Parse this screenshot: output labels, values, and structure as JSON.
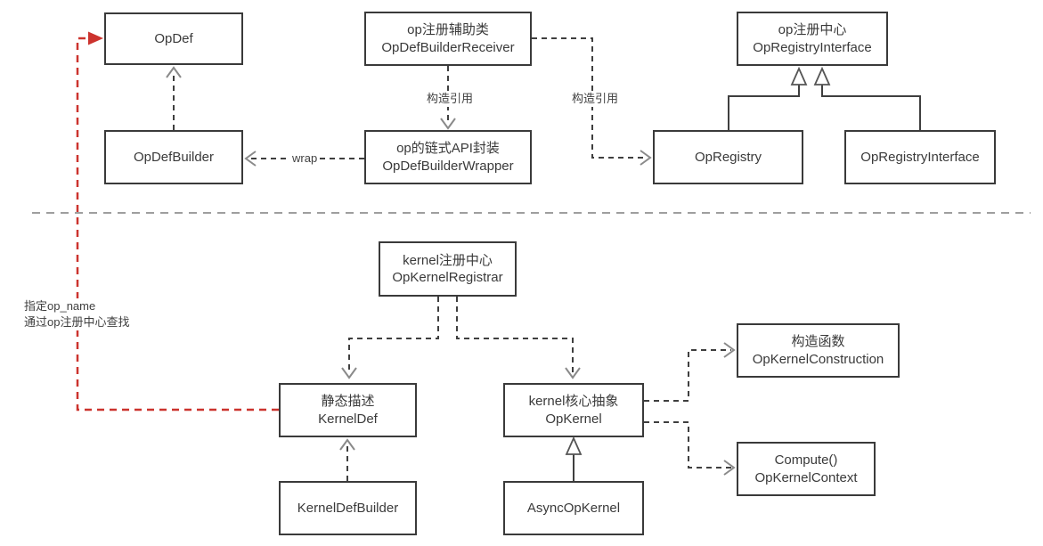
{
  "diagram": {
    "title": "TensorFlow op / kernel registration class diagram",
    "colors": {
      "background": "#ffffff",
      "box_border": "#3a3a3a",
      "box_fill": "#ffffff",
      "text": "#3a3a3a",
      "connector": "#3f3f3f",
      "arrowhead_gray": "#8a8a8a",
      "divider_gray": "#9e9e9e",
      "red_accent": "#cc332e"
    },
    "nodes": {
      "opdef": {
        "name": "OpDef"
      },
      "receiver": {
        "title": "op注册辅助类",
        "name": "OpDefBuilderReceiver"
      },
      "op_registry_center": {
        "title": "op注册中心",
        "name": "OpRegistryInterface"
      },
      "opdef_builder": {
        "name": "OpDefBuilder"
      },
      "wrapper": {
        "title": "op的链式API封装",
        "name": "OpDefBuilderWrapper"
      },
      "op_registry": {
        "name": "OpRegistry"
      },
      "op_registry_interface": {
        "name": "OpRegistryInterface"
      },
      "kernel_registrar": {
        "title": "kernel注册中心",
        "name": "OpKernelRegistrar"
      },
      "kernel_def": {
        "title": "静态描述",
        "name": "KernelDef"
      },
      "op_kernel": {
        "title": "kernel核心抽象",
        "name": "OpKernel"
      },
      "op_kernel_construction": {
        "title": "构造函数",
        "name": "OpKernelConstruction"
      },
      "op_kernel_context": {
        "title": "Compute()",
        "name": "OpKernelContext"
      },
      "kernel_def_builder": {
        "name": "KernelDefBuilder"
      },
      "async_op_kernel": {
        "name": "AsyncOpKernel"
      }
    },
    "edge_labels": {
      "construct_ref_mid": "构造引用",
      "construct_ref_right": "构造引用",
      "wrap": "wrap",
      "red_note_line1": "指定op_name",
      "red_note_line2": "通过op注册中心查找"
    }
  }
}
